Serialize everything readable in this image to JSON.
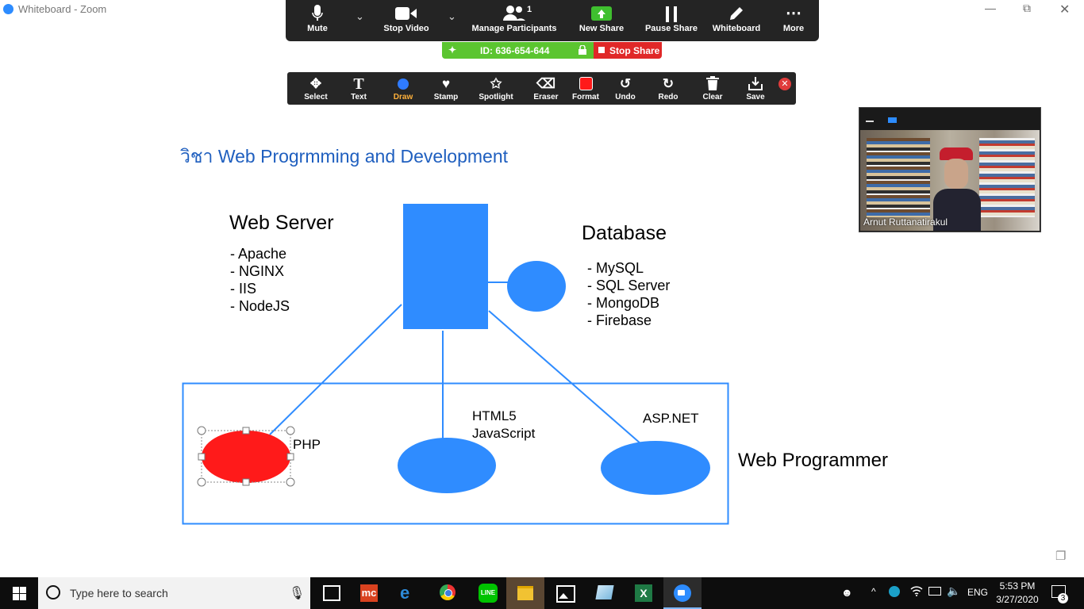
{
  "window": {
    "title": "Whiteboard - Zoom"
  },
  "meeting_toolbar": {
    "mute": "Mute",
    "stop_video": "Stop Video",
    "manage_participants": "Manage Participants",
    "participant_count": "1",
    "new_share": "New Share",
    "pause_share": "Pause Share",
    "whiteboard": "Whiteboard",
    "more": "More"
  },
  "share_bar": {
    "meeting_id": "ID: 636-654-644",
    "stop_share": "Stop Share"
  },
  "whiteboard_toolbar": {
    "select": "Select",
    "text": "Text",
    "draw": "Draw",
    "stamp": "Stamp",
    "spotlight": "Spotlight",
    "eraser": "Eraser",
    "format": "Format",
    "undo": "Undo",
    "redo": "Redo",
    "clear": "Clear",
    "save": "Save"
  },
  "whiteboard": {
    "heading": "วิชา Web Progrmming and Development",
    "web_server_title": "Web Server",
    "web_server_items": [
      "- Apache",
      "- NGINX",
      "- IIS",
      "- NodeJS"
    ],
    "database_title": "Database",
    "database_items": [
      "- MySQL",
      "- SQL Server",
      "- MongoDB",
      "- Firebase"
    ],
    "php_label": "PHP",
    "html5_label": "HTML5",
    "javascript_label": "JavaScript",
    "aspnet_label": "ASP.NET",
    "web_programmer_label": "Web Programmer"
  },
  "video": {
    "participant_name": "Arnut Ruttanatirakul"
  },
  "taskbar": {
    "search_placeholder": "Type here to search",
    "language": "ENG",
    "time": "5:53 PM",
    "date": "3/27/2020",
    "notification_count": "3"
  },
  "colors": {
    "shape_blue": "#2f8cff",
    "php_red": "#ff1a1a",
    "zoom_toolbar": "#242424",
    "share_green": "#5bc530",
    "stop_red": "#e02828",
    "heading_blue": "#1f5fbf"
  }
}
